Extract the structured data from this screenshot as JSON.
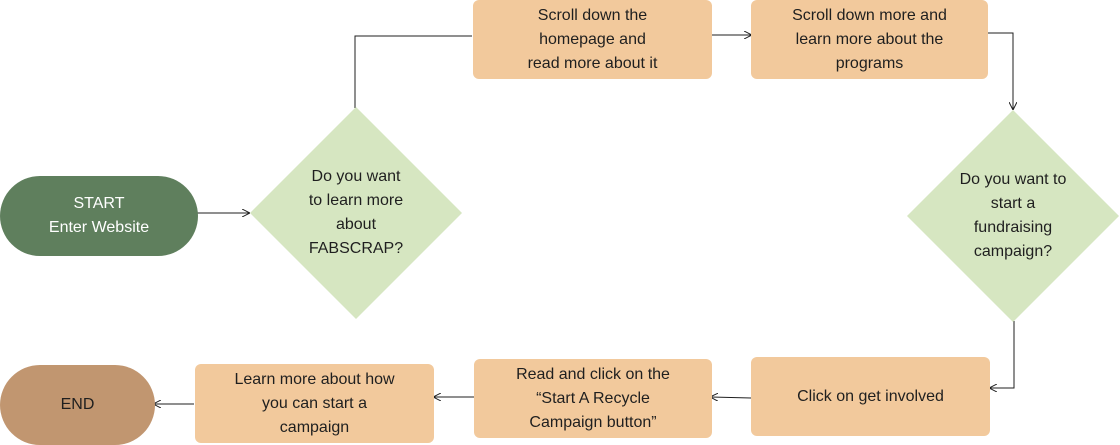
{
  "colors": {
    "start_fill": "#5f7f5d",
    "end_fill": "#c19670",
    "process_fill": "#f2c99c",
    "decision_fill": "#d6e6c1",
    "connector": "#1f1f1f"
  },
  "nodes": {
    "start": "START\nEnter Website",
    "decision_learn": "Do you want\nto learn more\nabout\nFABSCRAP?",
    "scroll_homepage": "Scroll down the\nhomepage and\nread more about it",
    "scroll_programs": "Scroll down more and\nlearn more about the\nprograms",
    "decision_fundraise": "Do you want to\nstart a\nfundraising\ncampaign?",
    "get_involved": "Click on get involved",
    "read_click": "Read and click on the\n“Start A Recycle\nCampaign button”",
    "learn_campaign": "Learn more about how\nyou can start a\ncampaign",
    "end": "END"
  }
}
